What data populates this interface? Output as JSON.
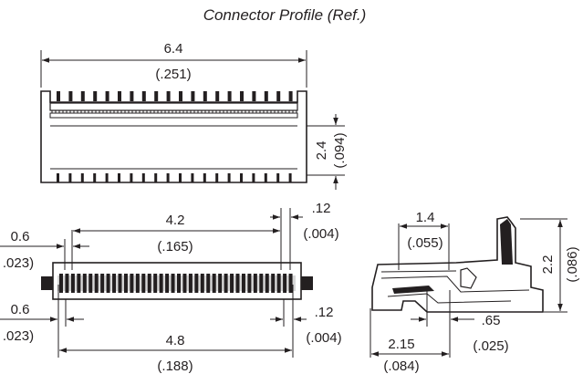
{
  "title": "Connector Profile (Ref.)",
  "top_view": {
    "width_mm": "6.4",
    "width_in": "(.251)",
    "height_mm": "2.4",
    "height_in": "(.094)"
  },
  "front_view": {
    "inner_pitch_mm": "4.2",
    "inner_pitch_in": "(.165)",
    "gap_top_mm": ".12",
    "gap_top_in": "(.004)",
    "left_top_mm": "0.6",
    "left_top_in": ".023)",
    "left_bottom_mm": "0.6",
    "left_bottom_in": ".023)",
    "gap_bottom_mm": ".12",
    "gap_bottom_in": "(.004)",
    "overall_mm": "4.8",
    "overall_in": "(.188)"
  },
  "side_view": {
    "top_mm": "1.4",
    "top_in": "(.055)",
    "height_mm": "2.2",
    "height_in": "(.086)",
    "pin_mm": ".65",
    "pin_in": "(.025)",
    "width_mm": "2.15",
    "width_in": "(.084)"
  }
}
